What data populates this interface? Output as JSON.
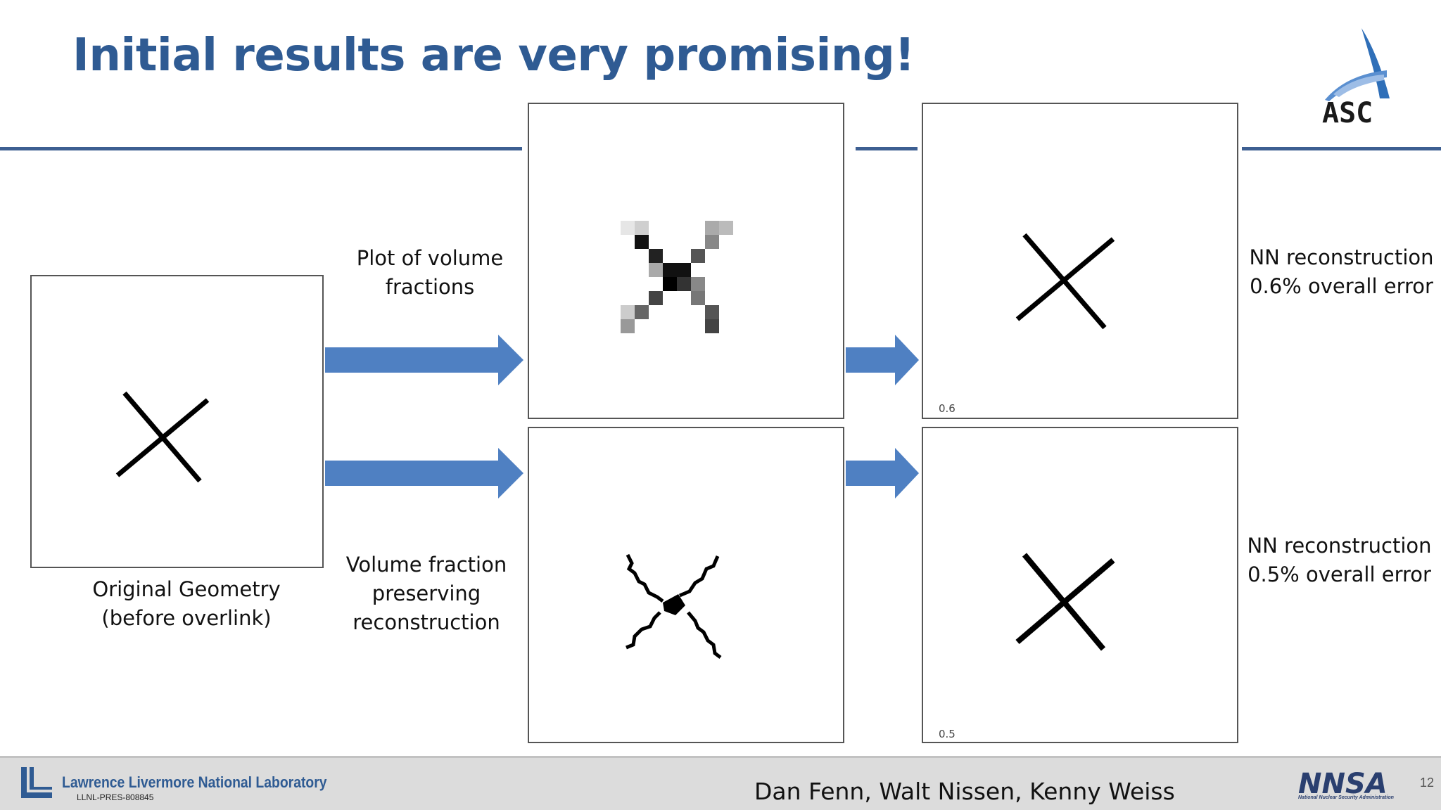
{
  "slide": {
    "title": "Initial results are very promising!",
    "number": "12"
  },
  "logos": {
    "asc": {
      "text": "ASC",
      "icon": "asc-logo-icon",
      "color": "#2f6fb8"
    },
    "llnl": {
      "name": "Lawrence Livermore National Laboratory",
      "code": "LLNL-PRES-808845",
      "icon": "llnl-logo-icon"
    },
    "nnsa": {
      "text": "NNSA",
      "subtitle": "National Nuclear Security Administration",
      "icon": "nnsa-logo-icon"
    }
  },
  "captions": {
    "original": [
      "Original Geometry",
      "(before overlink)"
    ],
    "plot": [
      "Plot of volume",
      "fractions"
    ],
    "vfpr": [
      "Volume fraction",
      "preserving",
      "reconstruction"
    ],
    "nn_top": [
      "NN reconstruction",
      "0.6% overall error"
    ],
    "nn_bottom": [
      "NN reconstruction",
      "0.5% overall error"
    ]
  },
  "panels": {
    "nn_top_label": "0.6",
    "nn_bottom_label": "0.5"
  },
  "colors": {
    "title": "#2f5b93",
    "arrow": "#4f80c2",
    "rule": "#3d5f92"
  },
  "footer": {
    "authors": "Dan Fenn, Walt Nissen, Kenny Weiss"
  }
}
